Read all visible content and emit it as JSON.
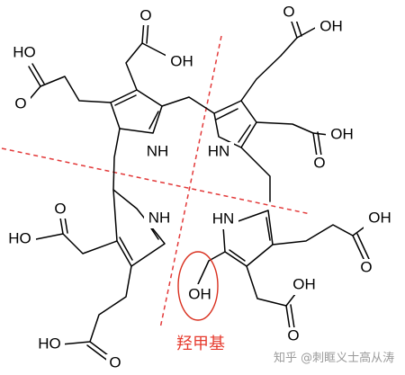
{
  "atom_labels": {
    "ho": "HO",
    "oh": "OH",
    "o": "O",
    "nh": "NH",
    "hn": "HN"
  },
  "annotation": {
    "label": "羟甲基",
    "color": "#e63b2e"
  },
  "watermark": {
    "text": "知乎 @刺眶义士高从涛"
  },
  "colors": {
    "bond": "#000000",
    "dashed_divider": "#e33a3a",
    "highlight_ellipse": "#d9301f",
    "background": "#ffffff"
  }
}
